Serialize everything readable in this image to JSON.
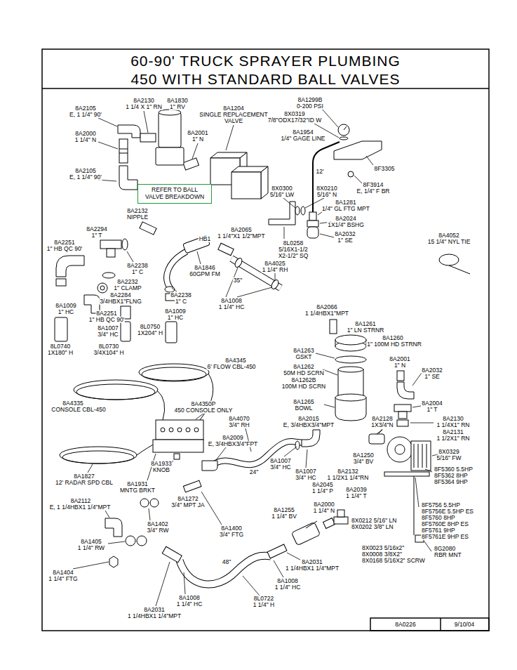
{
  "diagram": {
    "title": "60-90' TRUCK SPRAYER PLUMBING 450 WITH STANDARD BALL VALVES",
    "nodes": [
      {
        "text": [
          "REFER TO BALL VALVE BREAKDOWN"
        ]
      }
    ],
    "labels": [
      "8A2130",
      "1 1/4 X 1\" RN",
      "8A1830",
      "1\" RV",
      "8A2105",
      "E, 1 1/4\" 90'",
      "8A1204",
      "SINGLE REPLACEMENT",
      "VALVE",
      "8A1299B",
      "0-200 PSI",
      "8X0319",
      "7/8\"ODX17/32\"ID W",
      "8A2001",
      "1\" N",
      "8A2000",
      "1 1/4\" N",
      "8A1954",
      "1/4\" GAGE LINE",
      "12'",
      "8A2105",
      "E, 1 1/4\" 90'",
      "8F3305",
      "8F3914",
      "E, 1/4\" F BR",
      "8X0300",
      "5/16\" LW",
      "8X0210",
      "5/16\" N",
      "8A1281",
      "1/4\" GL FTG MPT",
      "8A2024",
      "1X1/4\" BSHG",
      "8A2032",
      "1\" SE",
      "8A2132",
      "NIPPLE",
      "8A4052",
      "15 1/4\" NYL TIE",
      "8A2294",
      "1\" T",
      "8A2065",
      "1 1/4\"X1 1/2\"MPT",
      "HB1",
      "8L0258",
      "5/16X1-1/2",
      "X2-1/2\" SQ",
      "8A2251",
      "1\" HB QC 90'",
      "8A2238",
      "1\" C",
      "8A1846",
      "60GPM FM",
      "8A4025",
      "1 1/4\" RH",
      "8A2232",
      "1\" CLAMP",
      "35\"",
      "8A2284",
      "3/4HBX1\"FLNG",
      "8A2238",
      "1\" C",
      "8A1008",
      "1 1/4\" HC",
      "8A1009",
      "1\" HC",
      "8A1009",
      "1\" HC",
      "8A2066",
      "1 1/4HBX1\"MPT",
      "8A2251",
      "1\" HB QC 90'",
      "8A1261",
      "1\" LN STRNR",
      "8A1007",
      "3/4\" HC",
      "8L0750",
      "1X204\" H",
      "8A1260",
      "1\" 100M HD STRNR",
      "8L0740",
      "1X180\" H",
      "8L0730",
      "3/4X104\" H",
      "8A1263",
      "GSKT",
      "8A4345",
      "6' FLOW CBL-450",
      "8A2001",
      "1\" N",
      "8A1262",
      "50M HD SCRN",
      "8A2032",
      "1\" SE",
      "8A1262B",
      "100M HD SCRN",
      "8A4335",
      "CONSOLE CBL-450",
      "8A4350P",
      "450 CONSOLE ONLY",
      "8A1265",
      "BOWL",
      "8A2004",
      "1\" T",
      "8A4070",
      "3/4\" RH",
      "8A2015",
      "E, 3/4HBX3/4\"MPT",
      "8A2128",
      "1X3/4\"N",
      "8A2130",
      "1 1/4X1\" RN",
      "8A2131",
      "1 1/2X1\" RN",
      "8A2009",
      "E, 3/4HBX3/4\"FPT",
      "8X0329",
      "5/16\" FW",
      "8A1250",
      "3/4\" BV",
      "8A1007",
      "3/4\" HC",
      "8A1933",
      "KNOB",
      "8F5360 5.5HP",
      "8F5362 8HP",
      "8F5364 9HP",
      "8A1007",
      "3/4\" HC",
      "8A2132",
      "1 1/2X1 1/4\"RN",
      "24\"",
      "8A1827",
      "12' RADAR SPD CBL",
      "8A1931",
      "MNTG BRKT",
      "8A2045",
      "1 1/4\" P",
      "8A2039",
      "1 1/4\" T",
      "8A1272",
      "3/4\" MPT JA",
      "8A2112",
      "E, 1 1/4HBX1 1/4\"MPT",
      "8F5756 5.5HP",
      "8F5756E 5.5HP ES",
      "8F5760 8HP",
      "8F5760E 8HP ES",
      "8F5761 9HP",
      "8F5761E 9HP ES",
      "8A2000",
      "1 1/4\" N",
      "8A1255",
      "1 1/4\" BV",
      "8X0212 5/16\" LN",
      "8X0202 3/8\" LN",
      "8A1402",
      "3/4\" RW",
      "8A1400",
      "3/4\" FTG",
      "8A1405",
      "1 1/4\" RW",
      "8X0023 5/16x2\"",
      "8X0008 3/8X2\"",
      "8X0168 5/16X2\" SCRW",
      "8G2080",
      "RBR MNT",
      "8A2031",
      "1 1/4HBX1 1/4\"MPT",
      "48\"",
      "8A1404",
      "1 1/4\" FTG",
      "8A1008",
      "1 1/4\" HC",
      "8A1008",
      "1 1/4\" HC",
      "8L0722",
      "1 1/4\" H",
      "8A2031",
      "1 1/4HBX1 1/4\"MPT",
      "8A0226",
      "9/10/04"
    ]
  }
}
